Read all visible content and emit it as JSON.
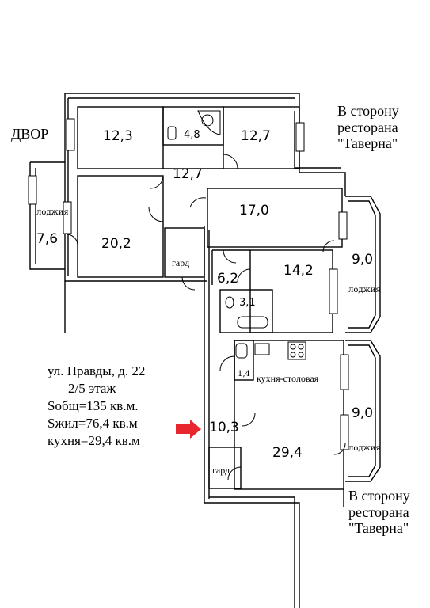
{
  "labels": {
    "yard": "ДВОР",
    "direction_top": [
      "В сторону",
      "ресторана",
      "\"Таверна\""
    ],
    "direction_bottom": [
      "В сторону",
      "ресторана",
      "\"Таверна\""
    ],
    "room_12_3": "12,3",
    "room_4_8": "4,8",
    "room_12_7_a": "12,7",
    "room_12_7_b": "12,7",
    "room_17_0": "17,0",
    "room_20_2": "20,2",
    "room_7_6": "7,6",
    "loggia_left": "лоджия",
    "gard_top": "гард",
    "room_6_2": "6,2",
    "room_14_2": "14,2",
    "room_9_0_a": "9,0",
    "loggia_right_a": "лоджия",
    "room_3_1": "3,1",
    "room_1_4": "1,4",
    "kitchen_label": "кухня-столовая",
    "room_9_0_b": "9,0",
    "loggia_right_b": "лоджия",
    "room_10_3": "10,3",
    "room_29_4": "29,4",
    "gard_bottom": "гард"
  },
  "info": {
    "address": "ул. Правды, д. 22",
    "floor": "2/5 этаж",
    "total_area": "Sобщ=135 кв.м.",
    "living_area": "Sжил=76,4 кв.м",
    "kitchen_area": "кухня=29,4 кв.м"
  },
  "colors": {
    "walls": "#000000",
    "arrow": "#e8262d",
    "background": "#ffffff"
  }
}
